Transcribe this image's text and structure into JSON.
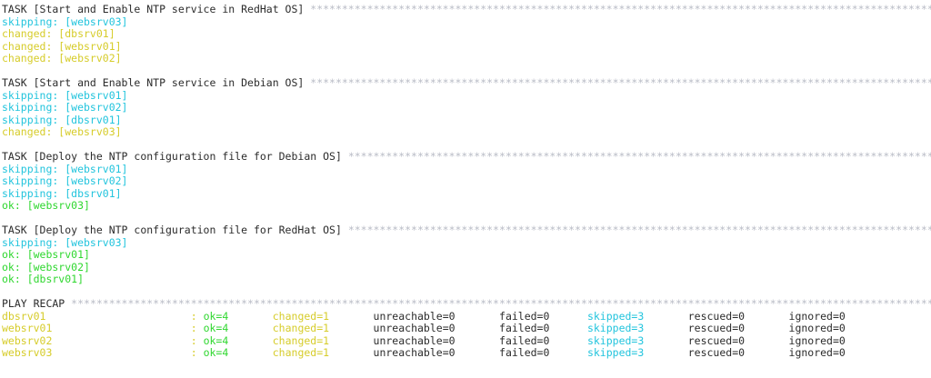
{
  "terminal": {
    "app": "ansible-playbook-output",
    "background_color": "#ffffff",
    "colors": {
      "default": "#2b2b2b",
      "stars": "#b9bcc6",
      "skipping_cyan": "#22c4dd",
      "changed_yellow": "#d6cc2a",
      "ok_green": "#2fd72f",
      "recap_host_yellow": "#d6cc2a"
    },
    "star_char": "*",
    "lines": [
      {
        "id": "task-1-header",
        "type": "task-header",
        "segments": [
          {
            "text": "TASK [Start and Enable NTP service in RedHat OS] ",
            "color": "default"
          },
          {
            "text": "stars-fill",
            "color": "stars"
          }
        ]
      },
      {
        "id": "task-1-r1",
        "type": "status",
        "segments": [
          {
            "text": "skipping: [websrv03]",
            "color": "skipping_cyan"
          }
        ]
      },
      {
        "id": "task-1-r2",
        "type": "status",
        "segments": [
          {
            "text": "changed: [dbsrv01]",
            "color": "changed_yellow"
          }
        ]
      },
      {
        "id": "task-1-r3",
        "type": "status",
        "segments": [
          {
            "text": "changed: [websrv01]",
            "color": "changed_yellow"
          }
        ]
      },
      {
        "id": "task-1-r4",
        "type": "status",
        "segments": [
          {
            "text": "changed: [websrv02]",
            "color": "changed_yellow"
          }
        ]
      },
      {
        "id": "blank-1",
        "type": "blank",
        "segments": []
      },
      {
        "id": "task-2-header",
        "type": "task-header",
        "segments": [
          {
            "text": "TASK [Start and Enable NTP service in Debian OS] ",
            "color": "default"
          },
          {
            "text": "stars-fill",
            "color": "stars"
          }
        ]
      },
      {
        "id": "task-2-r1",
        "type": "status",
        "segments": [
          {
            "text": "skipping: [websrv01]",
            "color": "skipping_cyan"
          }
        ]
      },
      {
        "id": "task-2-r2",
        "type": "status",
        "segments": [
          {
            "text": "skipping: [websrv02]",
            "color": "skipping_cyan"
          }
        ]
      },
      {
        "id": "task-2-r3",
        "type": "status",
        "segments": [
          {
            "text": "skipping: [dbsrv01]",
            "color": "skipping_cyan"
          }
        ]
      },
      {
        "id": "task-2-r4",
        "type": "status",
        "segments": [
          {
            "text": "changed: [websrv03]",
            "color": "changed_yellow"
          }
        ]
      },
      {
        "id": "blank-2",
        "type": "blank",
        "segments": []
      },
      {
        "id": "task-3-header",
        "type": "task-header",
        "segments": [
          {
            "text": "TASK [Deploy the NTP configuration file for Debian OS] ",
            "color": "default"
          },
          {
            "text": "stars-fill",
            "color": "stars"
          }
        ]
      },
      {
        "id": "task-3-r1",
        "type": "status",
        "segments": [
          {
            "text": "skipping: [websrv01]",
            "color": "skipping_cyan"
          }
        ]
      },
      {
        "id": "task-3-r2",
        "type": "status",
        "segments": [
          {
            "text": "skipping: [websrv02]",
            "color": "skipping_cyan"
          }
        ]
      },
      {
        "id": "task-3-r3",
        "type": "status",
        "segments": [
          {
            "text": "skipping: [dbsrv01]",
            "color": "skipping_cyan"
          }
        ]
      },
      {
        "id": "task-3-r4",
        "type": "status",
        "segments": [
          {
            "text": "ok: [websrv03]",
            "color": "ok_green"
          }
        ]
      },
      {
        "id": "blank-3",
        "type": "blank",
        "segments": []
      },
      {
        "id": "task-4-header",
        "type": "task-header",
        "segments": [
          {
            "text": "TASK [Deploy the NTP configuration file for RedHat OS] ",
            "color": "default"
          },
          {
            "text": "stars-fill",
            "color": "stars"
          }
        ]
      },
      {
        "id": "task-4-r1",
        "type": "status",
        "segments": [
          {
            "text": "skipping: [websrv03]",
            "color": "skipping_cyan"
          }
        ]
      },
      {
        "id": "task-4-r2",
        "type": "status",
        "segments": [
          {
            "text": "ok: [websrv01]",
            "color": "ok_green"
          }
        ]
      },
      {
        "id": "task-4-r3",
        "type": "status",
        "segments": [
          {
            "text": "ok: [websrv02]",
            "color": "ok_green"
          }
        ]
      },
      {
        "id": "task-4-r4",
        "type": "status",
        "segments": [
          {
            "text": "ok: [dbsrv01]",
            "color": "ok_green"
          }
        ]
      },
      {
        "id": "blank-4",
        "type": "blank",
        "segments": []
      },
      {
        "id": "play-recap-header",
        "type": "recap-header",
        "segments": [
          {
            "text": "PLAY RECAP ",
            "color": "default"
          },
          {
            "text": "stars-fill",
            "color": "stars"
          }
        ]
      }
    ],
    "recap_rows": [
      {
        "host": "dbsrv01",
        "ok": "ok=4",
        "changed": "changed=1",
        "unreachable": "unreachable=0",
        "failed": "failed=0",
        "skipped": "skipped=3",
        "rescued": "rescued=0",
        "ignored": "ignored=0"
      },
      {
        "host": "websrv01",
        "ok": "ok=4",
        "changed": "changed=1",
        "unreachable": "unreachable=0",
        "failed": "failed=0",
        "skipped": "skipped=3",
        "rescued": "rescued=0",
        "ignored": "ignored=0"
      },
      {
        "host": "websrv02",
        "ok": "ok=4",
        "changed": "changed=1",
        "unreachable": "unreachable=0",
        "failed": "failed=0",
        "skipped": "skipped=3",
        "rescued": "rescued=0",
        "ignored": "ignored=0"
      },
      {
        "host": "websrv03",
        "ok": "ok=4",
        "changed": "changed=1",
        "unreachable": "unreachable=0",
        "failed": "failed=0",
        "skipped": "skipped=3",
        "rescued": "rescued=0",
        "ignored": "ignored=0"
      }
    ],
    "recap_separator": ":",
    "prompt_line": {
      "id": "prompt-clipped",
      "text": "",
      "cursor": true,
      "note": "clipped at bottom edge"
    }
  }
}
